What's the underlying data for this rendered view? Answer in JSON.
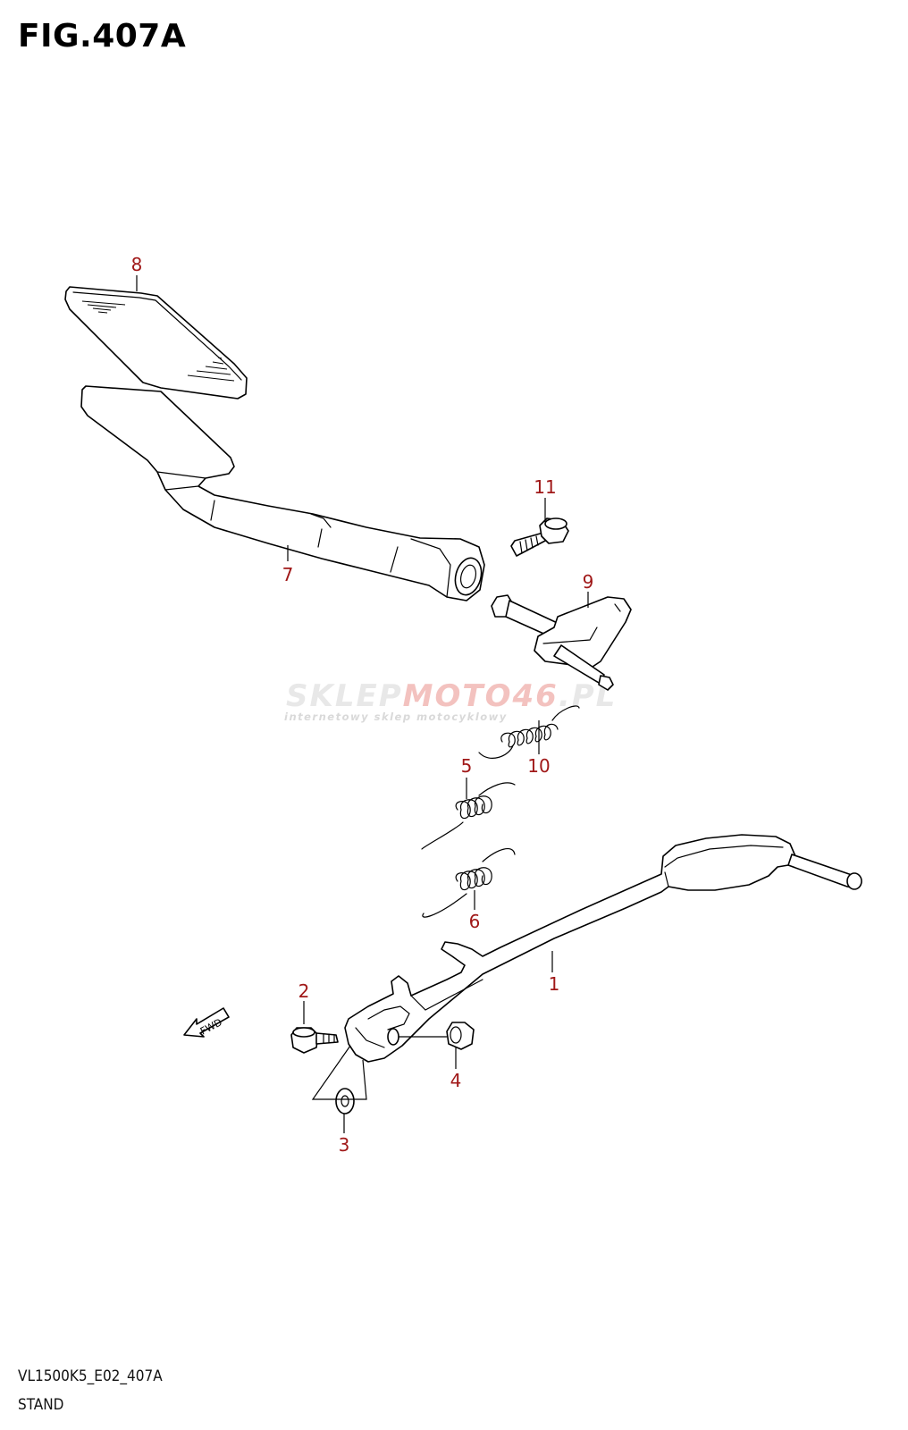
{
  "figure": {
    "title": "FIG.407A",
    "code": "VL1500K5_E02_407A",
    "name": "STAND"
  },
  "watermark": {
    "brand_part1": "SKLEP",
    "brand_part2": "MOTO",
    "brand_part3": "46",
    "brand_part4": ".PL",
    "tagline": "internetowy sklep motocyklowy"
  },
  "direction_marker": {
    "label": "FWD"
  },
  "callouts": [
    {
      "id": "1",
      "label": "1"
    },
    {
      "id": "2",
      "label": "2"
    },
    {
      "id": "3",
      "label": "3"
    },
    {
      "id": "4",
      "label": "4"
    },
    {
      "id": "5",
      "label": "5"
    },
    {
      "id": "6",
      "label": "6"
    },
    {
      "id": "7",
      "label": "7"
    },
    {
      "id": "8",
      "label": "8"
    },
    {
      "id": "9",
      "label": "9"
    },
    {
      "id": "10",
      "label": "10"
    },
    {
      "id": "11",
      "label": "11"
    }
  ]
}
